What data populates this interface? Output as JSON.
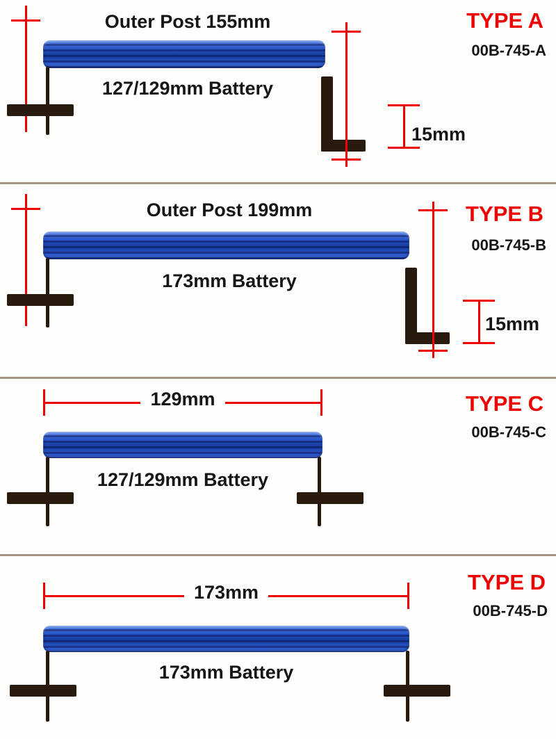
{
  "colors": {
    "accent_red": "#ee0000",
    "clamp_blue": "#2b57c8",
    "hardware_dark": "#281a0c",
    "divider_tan": "#a79583",
    "text_black": "#161616",
    "background": "#fdfdfb"
  },
  "sections": [
    {
      "id": "A",
      "type_label": "TYPE A",
      "part_number": "00B-745-A",
      "top_label": "Outer Post 155mm",
      "battery_label": "127/129mm Battery",
      "offset_label": "15mm"
    },
    {
      "id": "B",
      "type_label": "TYPE B",
      "part_number": "00B-745-B",
      "top_label": "Outer Post 199mm",
      "battery_label": "173mm Battery",
      "offset_label": "15mm"
    },
    {
      "id": "C",
      "type_label": "TYPE C",
      "part_number": "00B-745-C",
      "top_label": "129mm",
      "battery_label": "127/129mm Battery"
    },
    {
      "id": "D",
      "type_label": "TYPE D",
      "part_number": "00B-745-D",
      "top_label": "173mm",
      "battery_label": "173mm Battery"
    }
  ]
}
